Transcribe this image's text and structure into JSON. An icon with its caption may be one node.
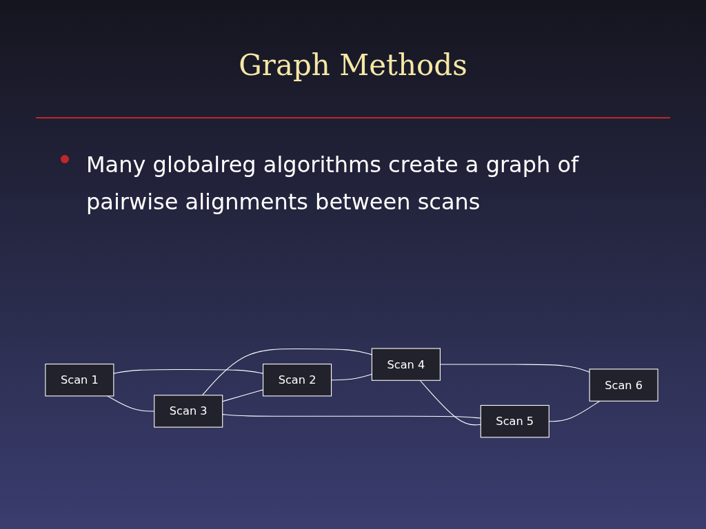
{
  "diagram": {
    "title": "Graph Methods",
    "nodes": [
      {
        "text": [
          "Scan 1"
        ]
      },
      {
        "text": [
          "Scan 2"
        ]
      },
      {
        "text": [
          "Scan 3"
        ]
      },
      {
        "text": [
          "Scan 4"
        ]
      },
      {
        "text": [
          "Scan 5"
        ]
      },
      {
        "text": [
          "Scan 6"
        ]
      }
    ],
    "edges": [
      {
        "from": 0,
        "to": 2,
        "arrow": "none"
      },
      {
        "from": 0,
        "to": 1,
        "arrow": "none"
      },
      {
        "from": 2,
        "to": 1,
        "arrow": "none"
      },
      {
        "from": 2,
        "to": 3,
        "arrow": "none"
      },
      {
        "from": 2,
        "to": 4,
        "arrow": "none"
      },
      {
        "from": 1,
        "to": 3,
        "arrow": "none"
      },
      {
        "from": 3,
        "to": 4,
        "arrow": "none"
      },
      {
        "from": 3,
        "to": 5,
        "arrow": "none"
      },
      {
        "from": 4,
        "to": 5,
        "arrow": "none"
      }
    ],
    "labels": [
      "Many globalreg algorithms create a graph of pairwise alignments between scans"
    ]
  }
}
